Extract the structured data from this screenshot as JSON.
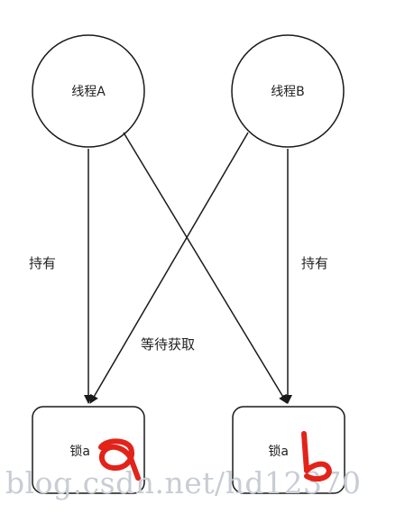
{
  "nodes": {
    "thread_a": "线程A",
    "thread_b": "线程B",
    "lock_a": "锁a",
    "lock_b": "锁a"
  },
  "edges": {
    "hold_left": "持有",
    "hold_right": "持有",
    "wait_acquire": "等待获取"
  },
  "handwriting": {
    "lock_a_mark": "a",
    "lock_b_mark": "b"
  },
  "watermark": "blog.csdn.net/hd12370",
  "colors": {
    "stroke": "#1a1a1a",
    "text": "#222222",
    "handwriting": "#e2231a",
    "watermark": "#c8ccd4"
  }
}
